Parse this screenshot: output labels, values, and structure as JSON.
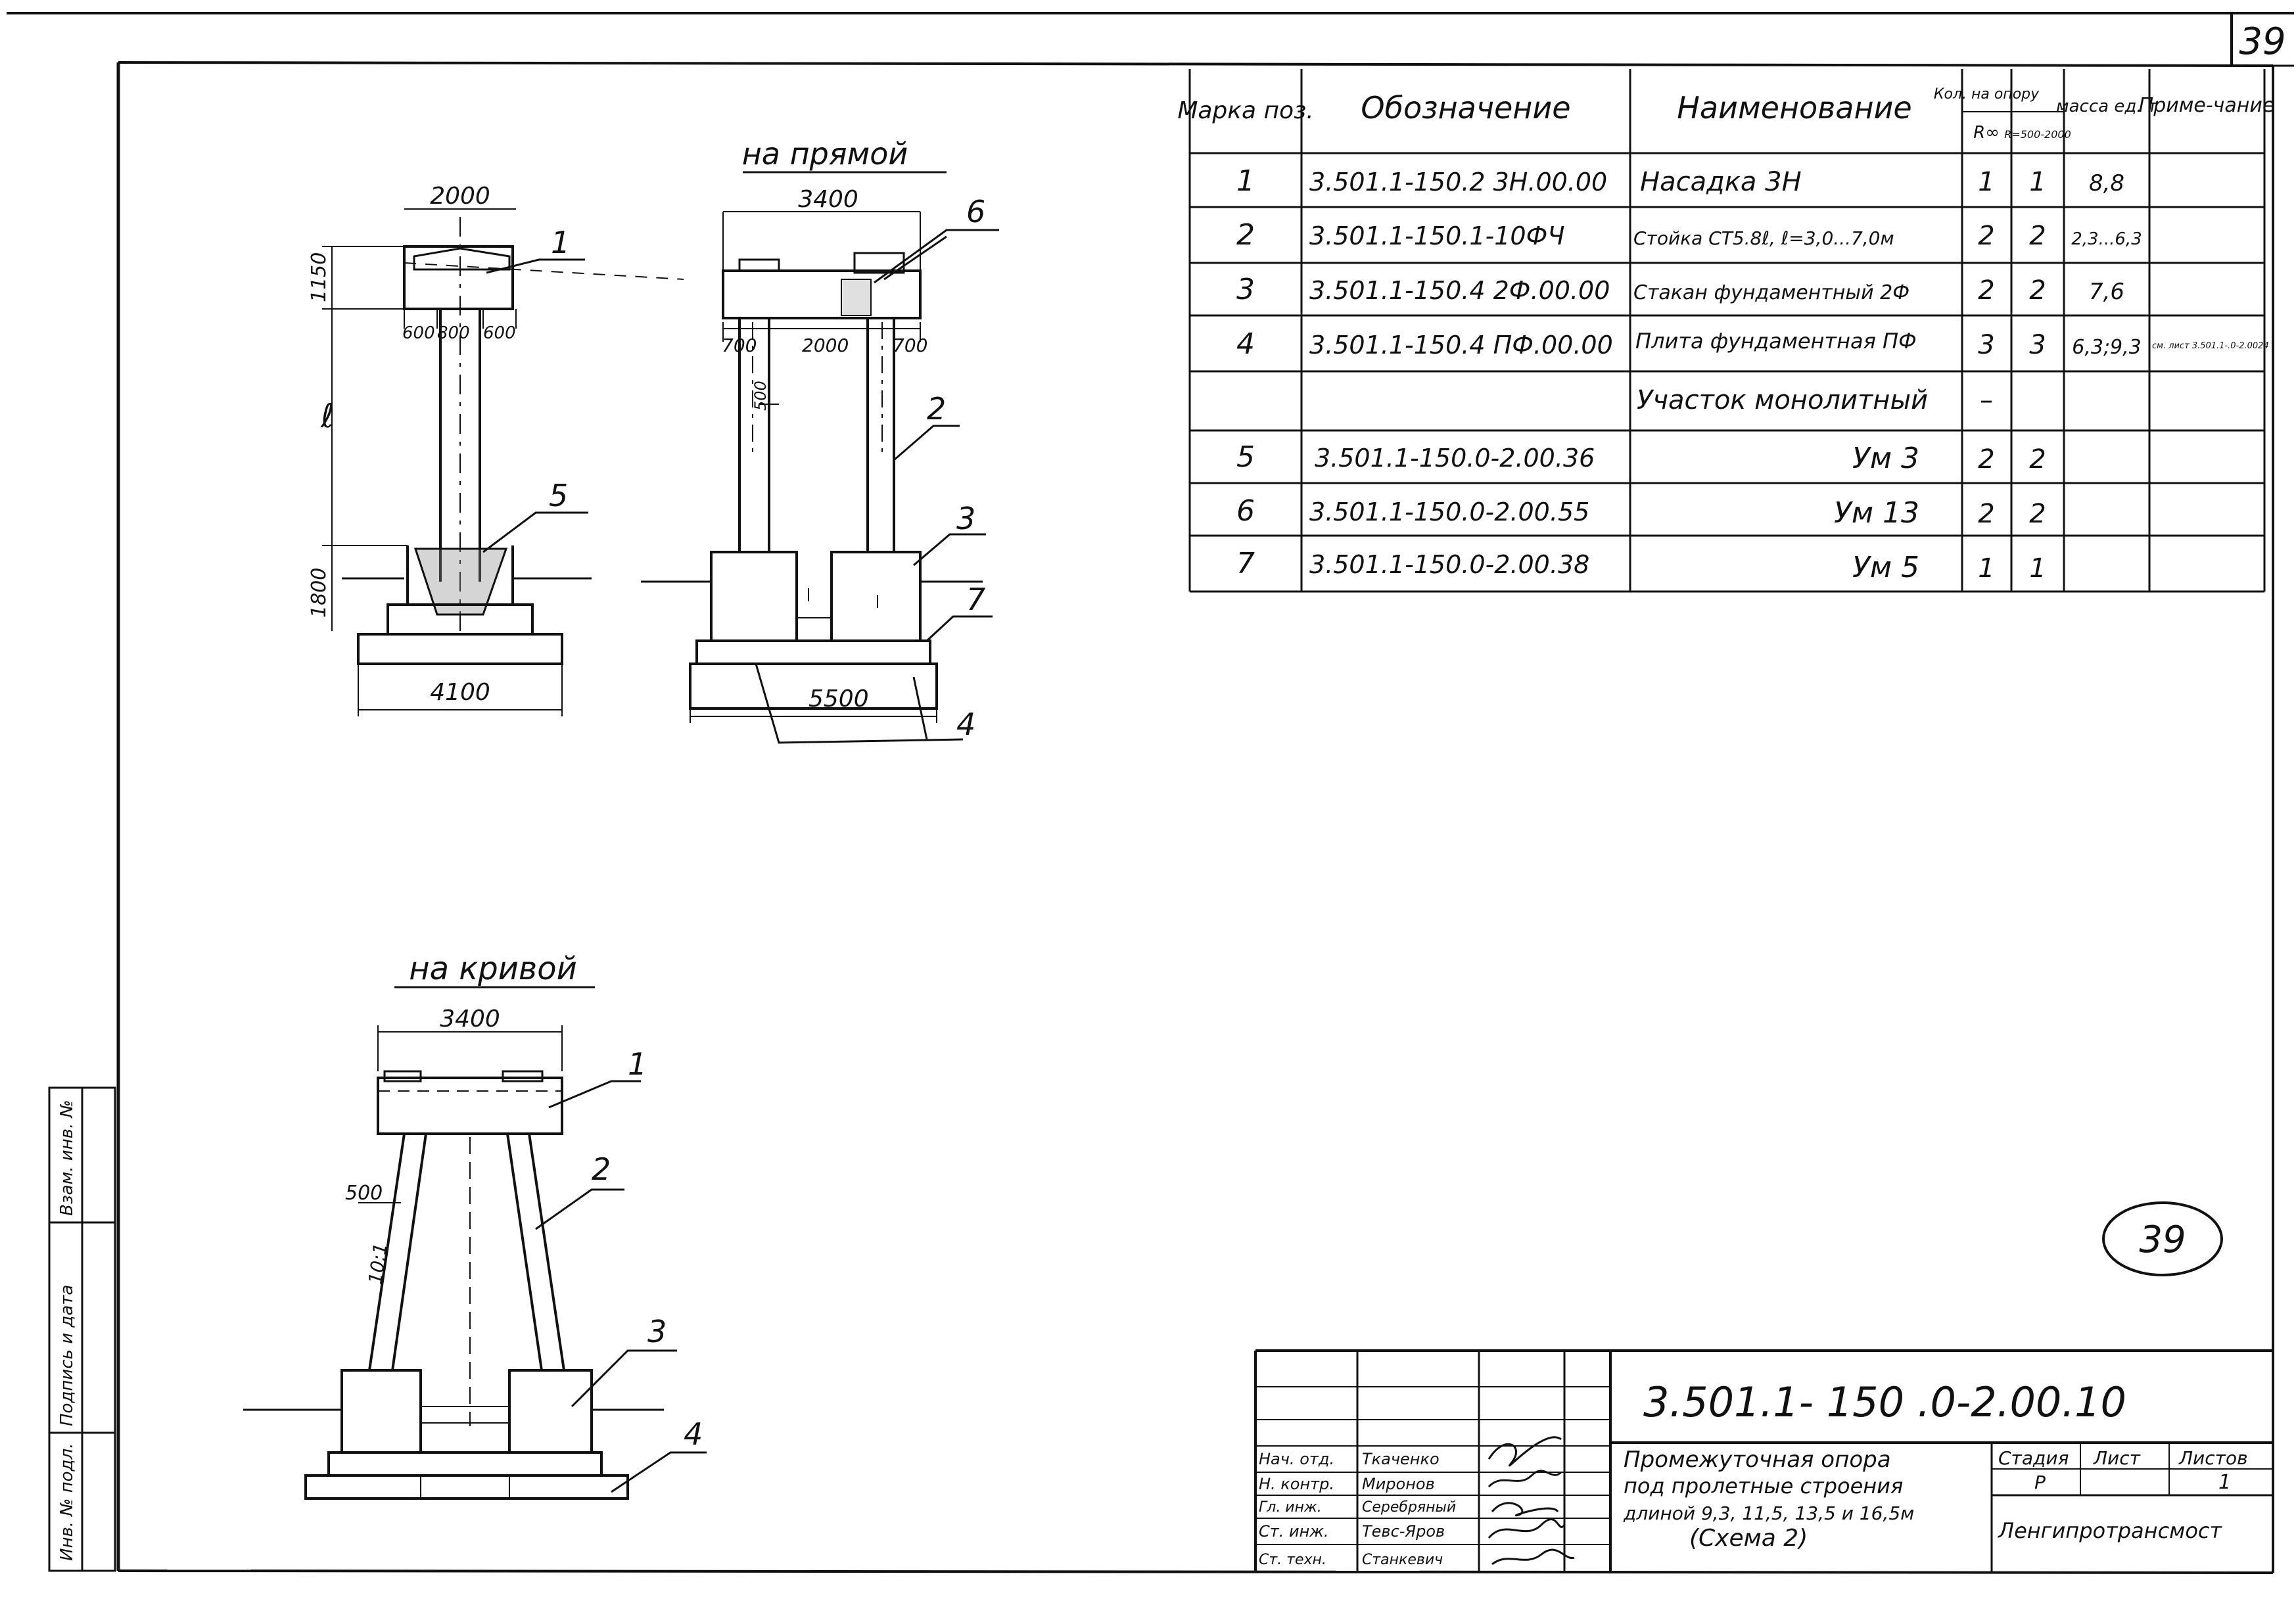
{
  "sheet_corner_number": "39",
  "sheet_circled_number": "39",
  "view_straight_label": "на прямой",
  "view_curve_label": "на кривой",
  "dims": {
    "cap_width": "2000",
    "cap_height": "1150",
    "col_spacing": [
      "600",
      "800",
      "600"
    ],
    "height_symbol": "ℓ",
    "socket_depth": "1800",
    "base_width_side": "4100",
    "cap_width_front": "3400",
    "front_offsets": [
      "700",
      "2000",
      "700"
    ],
    "front_dim_500": "500",
    "base_width_front": "5500",
    "curve_cap_width": "3400",
    "curve_500": "500",
    "curve_slope": "10:1"
  },
  "callouts": {
    "side": [
      "1",
      "5"
    ],
    "front": [
      "6",
      "2",
      "3",
      "7",
      "4"
    ],
    "curve": [
      "1",
      "2",
      "3",
      "4"
    ]
  },
  "spec_table": {
    "headers": {
      "mark": "Марка поз.",
      "designation": "Обозначение",
      "name": "Наименование",
      "qty": "Кол. на опору",
      "qty_r_inf": "R∞",
      "qty_r_range": "R=500-2000",
      "mass": "масса ед. т",
      "note": "Приме-чание"
    },
    "rows": [
      {
        "mark": "1",
        "designation": "3.501.1-150.2 3Н.00.00",
        "name": "Насадка 3Н",
        "q1": "1",
        "q2": "1",
        "mass": "8,8",
        "note": ""
      },
      {
        "mark": "2",
        "designation": "3.501.1-150.1-10ФЧ",
        "name": "Стойка СТ5.8ℓ, ℓ=3,0...7,0м",
        "q1": "2",
        "q2": "2",
        "mass": "2,3...6,3",
        "note": ""
      },
      {
        "mark": "3",
        "designation": "3.501.1-150.4 2Ф.00.00",
        "name": "Стакан фундаментный 2Ф",
        "q1": "2",
        "q2": "2",
        "mass": "7,6",
        "note": ""
      },
      {
        "mark": "4",
        "designation": "3.501.1-150.4 ПФ.00.00",
        "name": "Плита фундаментная ПФ",
        "q1": "3",
        "q2": "3",
        "mass": "6,3;9,3",
        "note": "см. лист 3.501.1-.0-2.0024"
      },
      {
        "mark": "",
        "designation": "",
        "name": "Участок монолитный",
        "q1": "–",
        "q2": "",
        "mass": "",
        "note": ""
      },
      {
        "mark": "5",
        "designation": "3.501.1-150.0-2.00.36",
        "name": "Ум 3",
        "q1": "2",
        "q2": "2",
        "mass": "",
        "note": ""
      },
      {
        "mark": "6",
        "designation": "3.501.1-150.0-2.00.55",
        "name": "Ум 13",
        "q1": "2",
        "q2": "2",
        "mass": "",
        "note": ""
      },
      {
        "mark": "7",
        "designation": "3.501.1-150.0-2.00.38",
        "name": "Ум 5",
        "q1": "1",
        "q2": "1",
        "mass": "",
        "note": ""
      }
    ]
  },
  "side_stamp": [
    "Инв. № подл.",
    "Подпись и дата",
    "Взам. инв. №"
  ],
  "title_block": {
    "code": "3.501.1- 150 .0-2.00.10",
    "title_lines": [
      "Промежуточная опора",
      "под пролетные строения",
      "длиной 9,3, 11,5, 13,5 и 16,5м",
      "(Схема 2)"
    ],
    "stage_label": "Стадия",
    "stage_value": "Р",
    "sheet_label": "Лист",
    "sheet_value": "",
    "sheets_label": "Листов",
    "sheets_value": "1",
    "org": "Ленгипротрансмост",
    "roles": [
      {
        "role": "Нач. отд.",
        "name": "Ткаченко"
      },
      {
        "role": "Н. контр.",
        "name": "Миронов"
      },
      {
        "role": "Гл. инж.",
        "name": "Серебряный"
      },
      {
        "role": "Ст. инж.",
        "name": "Тевс-Яров"
      },
      {
        "role": "Ст. техн.",
        "name": "Станкевич"
      }
    ]
  }
}
